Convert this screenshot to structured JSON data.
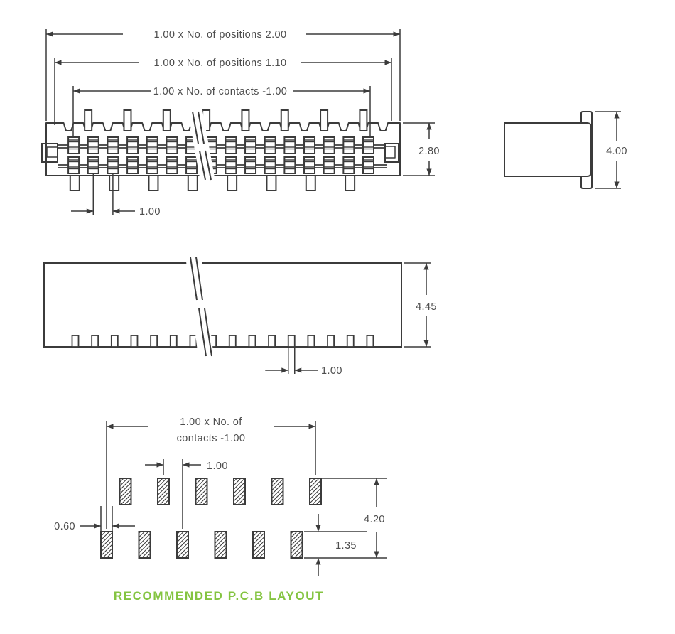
{
  "drawing": {
    "front_view": {
      "dim_overall": "1.00 x No. of positions 2.00",
      "dim_inner": "1.00 x No. of positions 1.10",
      "dim_contacts": "1.00 x No. of contacts -1.00",
      "dim_height": "2.80",
      "dim_pitch": "1.00"
    },
    "side_view": {
      "dim_height": "4.00"
    },
    "bottom_view": {
      "dim_height": "4.45",
      "dim_pitch": "1.00"
    },
    "pcb_layout": {
      "dim_span_line1": "1.00 x No. of",
      "dim_span_line2": "contacts -1.00",
      "dim_pitch": "1.00",
      "dim_pad_width": "0.60",
      "dim_row_span": "4.20",
      "dim_pad_height": "1.35",
      "caption": "RECOMMENDED P.C.B LAYOUT"
    },
    "colors": {
      "line": "#3b3b3b",
      "text": "#4d4d4d",
      "accent_green": "#84c441"
    },
    "figure": {
      "front_contacts_per_row": 16,
      "front_contact_rows": 2,
      "front_top_pins": 8,
      "front_bottom_pins": 8,
      "bottom_view_pins": 16,
      "pcb_pads_per_row": 6,
      "pcb_pad_rows": 2
    }
  }
}
